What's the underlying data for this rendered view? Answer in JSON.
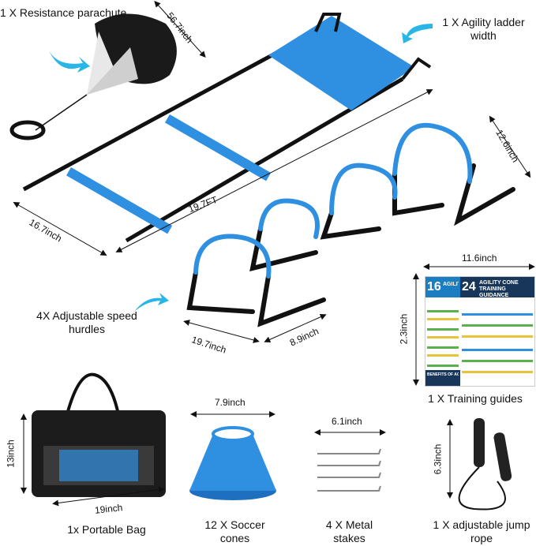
{
  "items": {
    "parachute": {
      "label": "1 X Resistance parachute",
      "dimension": "56.7inch"
    },
    "ladder": {
      "label": "1 X Agility ladder width",
      "length": "19.7FT",
      "width": "16.7inch",
      "height": "12.6inch"
    },
    "hurdles": {
      "label": "4X Adjustable speed hurdles",
      "width": "19.7inch",
      "depth": "8.9inch"
    },
    "guides": {
      "label": "1 X Training guides",
      "width": "11.6inch",
      "height": "2.3inch",
      "poster_back_number": "16",
      "poster_back_title": "AGILITY TRAIN",
      "poster_front_number": "24",
      "poster_front_title": "AGILITY CONE TRAINING GUIDANCE",
      "poster_footer": "BENEFITS OF AGILI"
    },
    "bag": {
      "label": "1x Portable Bag",
      "height": "13inch",
      "width": "19inch"
    },
    "cones": {
      "label": "12 X Soccer cones",
      "width": "7.9inch"
    },
    "stakes": {
      "label": "4 X Metal stakes",
      "width": "6.1inch"
    },
    "rope": {
      "label": "1 X adjustable jump rope",
      "height": "6.3inch"
    }
  },
  "colors": {
    "blue": "#2f8fe0",
    "arrow": "#29b6e6",
    "black": "#111111"
  }
}
